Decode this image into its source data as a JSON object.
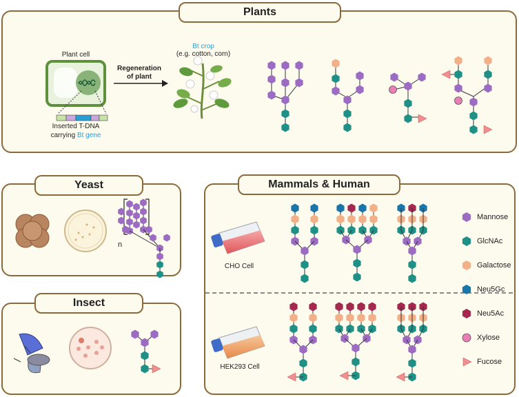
{
  "panels": {
    "plants": {
      "title": "Plants"
    },
    "yeast": {
      "title": "Yeast"
    },
    "insect": {
      "title": "Insect"
    },
    "mammals": {
      "title": "Mammals & Human"
    }
  },
  "plants": {
    "plant_cell": "Plant cell",
    "regeneration_line1": "Regeneration",
    "regeneration_line2": "of plant",
    "bt_crop": "Bt crop",
    "crop_examples": "(e.g. cotton, corn)",
    "tdna_line1": "Inserted T-DNA",
    "tdna_line2_prefix": "carrying ",
    "tdna_line2_highlight": "Bt gene"
  },
  "yeast": {
    "repeat_label": "n"
  },
  "mammals": {
    "cho_label": "CHO Cell",
    "hek_label": "HEK293 Cell"
  },
  "legend": [
    {
      "label": "Mannose",
      "shape": "hexagon",
      "color": "#9b6cc2"
    },
    {
      "label": "GlcNAc",
      "shape": "hexagon",
      "color": "#1f9086"
    },
    {
      "label": "Galactose",
      "shape": "hexagon",
      "color": "#f2b089"
    },
    {
      "label": "Neu5Gc",
      "shape": "hexagon",
      "color": "#1a75a8"
    },
    {
      "label": "Neu5Ac",
      "shape": "hexagon",
      "color": "#a3294e"
    },
    {
      "label": "Xylose",
      "shape": "circle",
      "color": "#e87fb5"
    },
    {
      "label": "Fucose",
      "shape": "triangle",
      "color": "#f08f8f"
    }
  ],
  "colors": {
    "border": "#8a6a3a",
    "panel_bg": "#fdfaee",
    "accent_blue": "#2a9fd6"
  }
}
